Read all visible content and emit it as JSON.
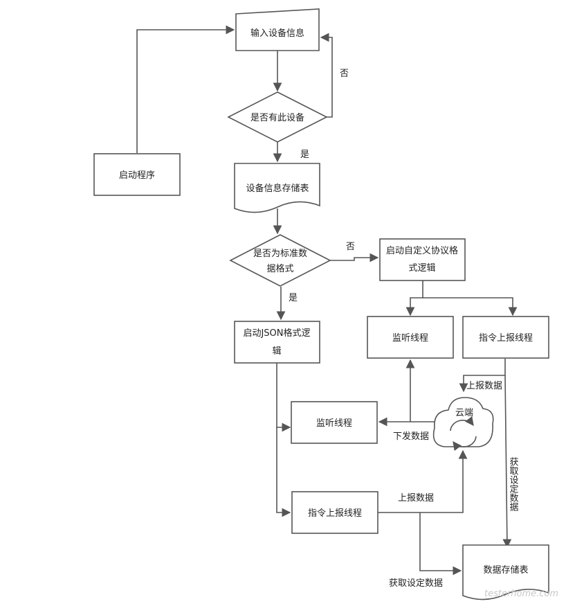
{
  "nodes": {
    "input_device_info": "输入设备信息",
    "has_device": "是否有此设备",
    "start_program": "启动程序",
    "device_info_table": "设备信息存储表",
    "is_standard_line1": "是否为标准数",
    "is_standard_line2": "据格式",
    "custom_logic_line1": "启动自定义协议格",
    "custom_logic_line2": "式逻辑",
    "json_logic_line1": "启动JSON格式逻",
    "json_logic_line2": "辑",
    "listen_thread_right": "监听线程",
    "report_thread_right": "指令上报线程",
    "cloud": "云端",
    "listen_thread_left": "监听线程",
    "report_thread_left": "指令上报线程",
    "data_table": "数据存储表"
  },
  "edges": {
    "no_1": "否",
    "yes_1": "是",
    "no_2": "否",
    "yes_2": "是",
    "upload_right": "上报数据",
    "get_settings_right": "获取设定数据",
    "send_data": "下发数据",
    "upload_left": "上报数据",
    "get_settings_left": "获取设定数据"
  },
  "watermark": "testerhome.com",
  "colors": {
    "stroke": "#555555",
    "text": "#222222",
    "background": "#ffffff"
  }
}
